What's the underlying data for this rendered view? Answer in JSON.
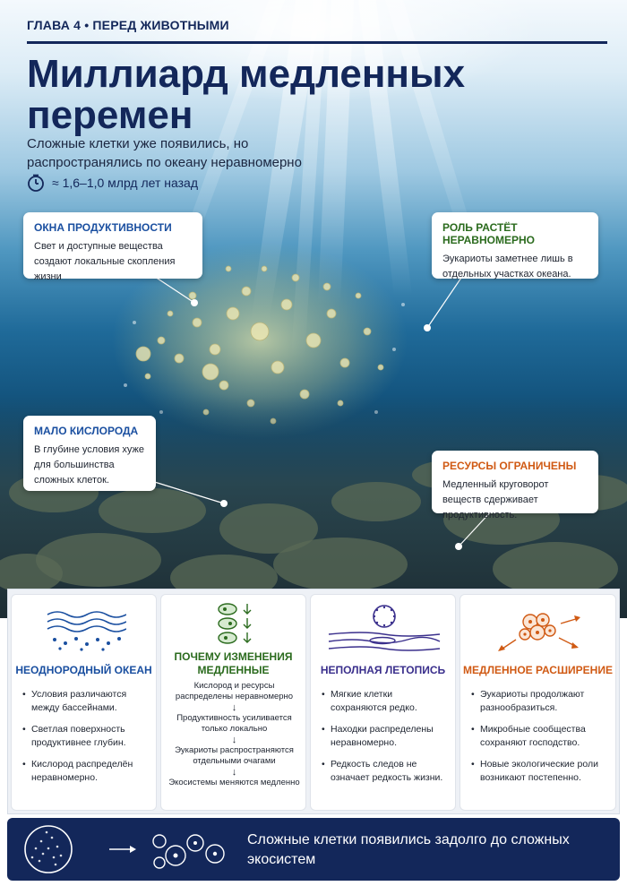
{
  "header": {
    "chapter": "ГЛАВА 4 • ПЕРЕД ЖИВОТНЫМИ",
    "title": "Миллиард медленных перемен",
    "subtitle": "Сложные клетки уже появились, но распространялись по океану неравномерно",
    "timeline": "≈ 1,6–1,0 млрд лет назад",
    "timeline_icon": "clock-icon"
  },
  "callouts": [
    {
      "title": "ОКНА ПРОДУКТИВНОСТИ",
      "text": "Свет и доступные вещества создают локальные скопления жизни"
    },
    {
      "title": "РОЛЬ РАСТЁТ НЕРАВНОМЕРНО",
      "text": "Эукариоты заметнее лишь в отдельных участках океана."
    },
    {
      "title": "МАЛО КИСЛОРОДА",
      "text": "В глубине условия хуже для большинства сложных клеток."
    },
    {
      "title": "РЕСУРСЫ ОГРАНИЧЕНЫ",
      "text": "Медленный круговорот веществ сдерживает продуктивность."
    }
  ],
  "panels": {
    "ocean": {
      "title": "НЕОДНОРОДНЫЙ ОКЕАН",
      "icon": "layered-ocean-icon",
      "items": [
        "Условия различаются между бассейнами.",
        "Светлая поверхность продуктивнее глубин.",
        "Кислород распределён неравномерно."
      ]
    },
    "slow": {
      "title": "ПОЧЕМУ ИЗМЕНЕНИЯ МЕДЛЕННЫЕ",
      "icon": "cell-stack-icon",
      "steps": [
        "Кислород и ресурсы распределены неравномерно",
        "Продуктивность усиливается только локально",
        "Эукариоты распространяются отдельными очагами",
        "Экосистемы меняются медленно"
      ],
      "arrow": "↓"
    },
    "record": {
      "title": "НЕПОЛНАЯ ЛЕТОПИСЬ",
      "icon": "fossil-layers-icon",
      "items": [
        "Мягкие клетки сохраняются редко.",
        "Находки распределены неравномерно.",
        "Редкость следов не означает редкость жизни."
      ]
    },
    "expansion": {
      "title": "МЕДЛЕННОЕ РАСШИРЕНИЕ",
      "icon": "cell-cluster-icon",
      "items": [
        "Эукариоты продолжают разнообразиться.",
        "Микробные сообщества сохраняют господство.",
        "Новые экологические роли возникают постепенно."
      ]
    }
  },
  "footer": {
    "text": "Сложные клетки появились задолго до сложных экосистем"
  },
  "colors": {
    "navy": "#13275a",
    "blue": "#1a4fa0",
    "green": "#2b6b1e",
    "purple": "#3a2f8c",
    "orange": "#d05a14"
  }
}
